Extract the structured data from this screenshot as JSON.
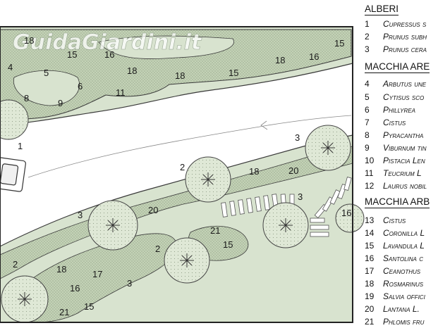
{
  "watermark": "GuidaGiardini.it",
  "legend": {
    "sections": [
      {
        "title": "ALBERI",
        "items": [
          {
            "n": "1",
            "name": "Cupressus s"
          },
          {
            "n": "2",
            "name": "Prunus subh"
          },
          {
            "n": "3",
            "name": "Prunus cera"
          }
        ]
      },
      {
        "title": "MACCHIA ARE",
        "items": [
          {
            "n": "4",
            "name": "Arbutus une"
          },
          {
            "n": "5",
            "name": "Cytisus sco"
          },
          {
            "n": "6",
            "name": "Phillyrea"
          },
          {
            "n": "7",
            "name": "Cistus"
          },
          {
            "n": "8",
            "name": "Pyracantha"
          },
          {
            "n": "9",
            "name": "Viburnum tin"
          },
          {
            "n": "10",
            "name": "Pistacia Len"
          },
          {
            "n": "11",
            "name": "Teucrium L"
          },
          {
            "n": "12",
            "name": "Laurus nobil"
          }
        ]
      },
      {
        "title": "MACCHIA ARB",
        "items": [
          {
            "n": "13",
            "name": "Cistus"
          },
          {
            "n": "14",
            "name": "Coronilla L"
          },
          {
            "n": "15",
            "name": "Lavandula L"
          },
          {
            "n": "16",
            "name": "Santolina c"
          },
          {
            "n": "17",
            "name": "Ceanothus"
          },
          {
            "n": "18",
            "name": "Rosmarinus"
          },
          {
            "n": "19",
            "name": "Salvia offici"
          },
          {
            "n": "20",
            "name": "Lantana L."
          },
          {
            "n": "21",
            "name": "Phlomis fru"
          }
        ]
      }
    ]
  },
  "plan_labels": {
    "l1": "18",
    "l2": "15",
    "l3": "16",
    "l4": "4",
    "l5": "5",
    "l6": "6",
    "l7": "18",
    "l8": "8",
    "l9": "9",
    "l10": "11",
    "l11": "18",
    "l12": "15",
    "l13": "18",
    "l14": "16",
    "l15": "15",
    "l16": "1",
    "l17": "3",
    "l18": "2",
    "l19": "18",
    "l20": "20",
    "l21": "3",
    "l22": "16",
    "l23": "3",
    "l24": "20",
    "l25": "21",
    "l26": "15",
    "l27": "2",
    "l28": "2",
    "l29": "18",
    "l30": "17",
    "l31": "16",
    "l32": "3",
    "l33": "21",
    "l34": "15"
  },
  "colors": {
    "lawn": "#d8e3cf",
    "shrub": "#c3d2b6",
    "dots": "#6f8166",
    "line": "#3a3a3a"
  }
}
